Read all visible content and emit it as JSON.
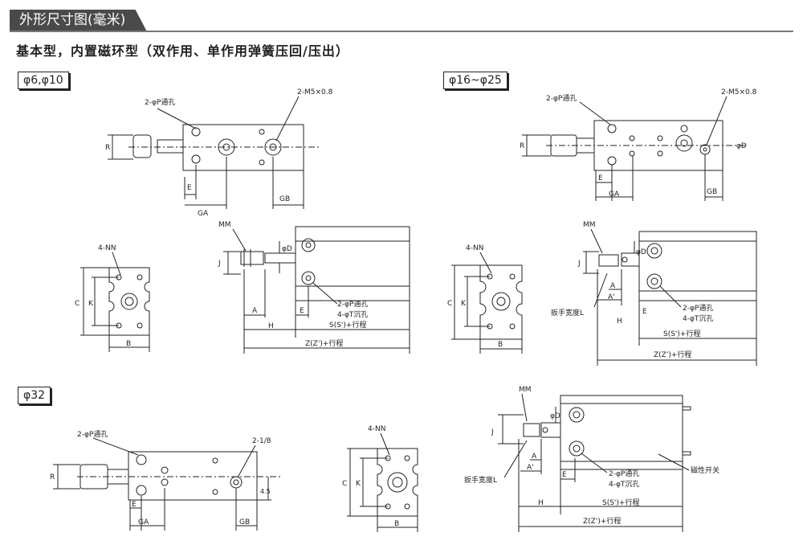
{
  "header": {
    "title": "外形尺寸图(毫米)"
  },
  "subtitle": "基本型，内置磁环型（双作用、单作用弹簧压回/压出）",
  "size_labels": {
    "s1": "φ6,φ10",
    "s2": "φ16~φ25",
    "s3": "φ32"
  },
  "dims": {
    "thru_hole": "2-φP通孔",
    "m5": "2-M5×0.8",
    "r": "R",
    "e": "E",
    "ga": "GA",
    "gb": "GB",
    "nn": "4-NN",
    "c": "C",
    "k": "K",
    "b": "B",
    "mm": "MM",
    "j": "J",
    "d": "φD",
    "a": "A",
    "a2": "A'",
    "h": "H",
    "t_hole": "4-φT沉孔",
    "s": "S(S')+行程",
    "z": "Z(Z')+行程",
    "wrench": "扳手宽度L",
    "g18": "2-1/8",
    "v45": "4.5",
    "switch": "磁性开关"
  },
  "icon_names": [
    "cylinder-drawing",
    "end-view-drawing",
    "dimension-line"
  ]
}
